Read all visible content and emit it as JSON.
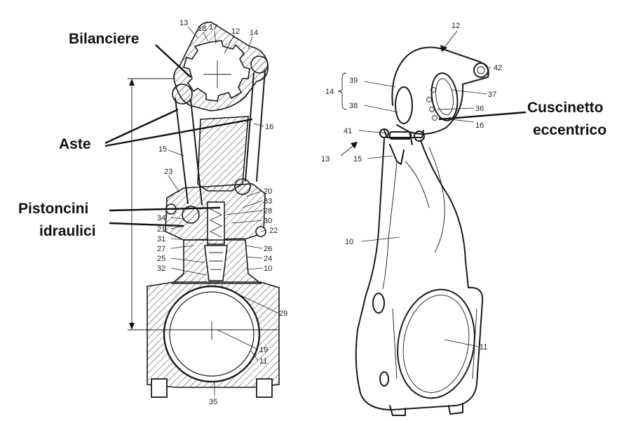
{
  "callouts": {
    "bilanciere": "Bilanciere",
    "aste": "Aste",
    "pistoncini_line1": "Pistoncini",
    "pistoncini_line2": "idraulici",
    "cuscinetto_line1": "Cuscinetto",
    "cuscinetto_line2": "eccentrico"
  },
  "section_view_refs": {
    "r13": "13",
    "r18": "18",
    "r17": "17",
    "r12": "12",
    "r14": "14",
    "r16": "16",
    "r15": "15",
    "r23": "23",
    "r20": "20",
    "r33": "33",
    "r28": "28",
    "r30": "30",
    "r22": "22",
    "r34": "34",
    "r21": "21",
    "r31": "31",
    "r27": "27",
    "r25": "25",
    "r32": "32",
    "r26": "26",
    "r24": "24",
    "r10": "10",
    "r29": "29",
    "r19": "19",
    "r11": "11",
    "r35": "35"
  },
  "perspective_view_refs": {
    "r12": "12",
    "r42": "42",
    "r39": "39",
    "r14": "14",
    "r37": "37",
    "r38": "38",
    "r36": "36",
    "r16": "16",
    "r41": "41",
    "r13": "13",
    "r15": "15",
    "r10": "10",
    "r11": "11"
  }
}
